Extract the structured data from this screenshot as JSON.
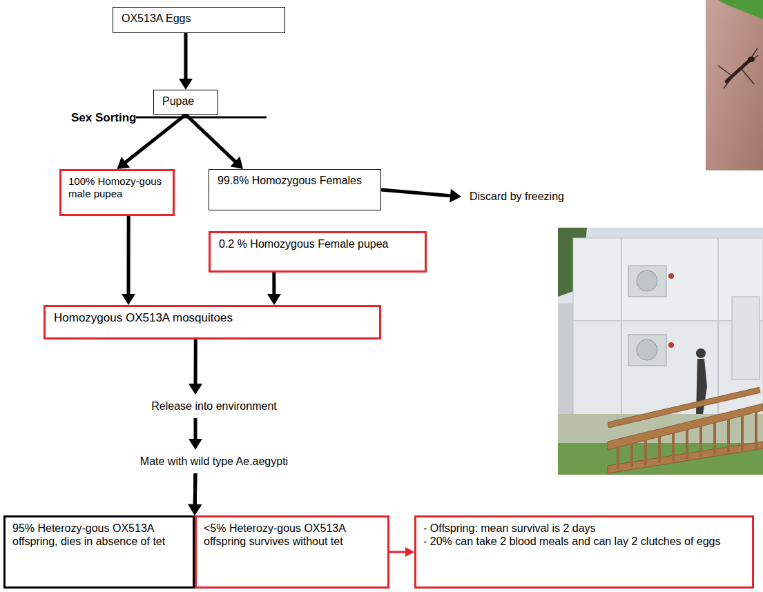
{
  "diagram": {
    "nodes": [
      {
        "text": [
          "OX513A Eggs"
        ]
      },
      {
        "text": [
          "Pupae"
        ]
      },
      {
        "text": [
          "100% Homozy-gous male pupea"
        ]
      },
      {
        "text": [
          "99.8% Homozygous Females"
        ]
      },
      {
        "text": [
          "Discard by freezing"
        ]
      },
      {
        "text": [
          "0.2 % Homozygous Female pupea"
        ]
      },
      {
        "text": [
          "Homozygous OX513A mosquitoes"
        ]
      },
      {
        "text": [
          "Release into environment"
        ]
      },
      {
        "text": [
          "Mate with wild type Ae.aegypti"
        ]
      },
      {
        "text": [
          "95% Heterozy-gous OX513A offspring, dies in absence of tet"
        ]
      },
      {
        "text": [
          "<5% Heterozy-gous OX513A offspring survives without tet"
        ]
      },
      {
        "text": [
          "- Offspring: mean survival is 2 days",
          "- 20% can take 2 blood meals and can lay 2 clutches of eggs"
        ]
      }
    ],
    "edges": [
      {
        "from": 0,
        "to": 1,
        "arrow": "to"
      },
      {
        "from": 1,
        "to": 2,
        "arrow": "to"
      },
      {
        "from": 1,
        "to": 3,
        "arrow": "to"
      },
      {
        "from": 3,
        "to": 4,
        "arrow": "to"
      },
      {
        "from": 2,
        "to": 6,
        "arrow": "to"
      },
      {
        "from": 5,
        "to": 6,
        "arrow": "to"
      },
      {
        "from": 6,
        "to": 7,
        "arrow": "to"
      },
      {
        "from": 7,
        "to": 8,
        "arrow": "to"
      },
      {
        "from": 8,
        "to": 9,
        "arrow": "to"
      },
      {
        "from": 8,
        "to": 10,
        "arrow": "to"
      },
      {
        "from": 10,
        "to": 11,
        "arrow": "to"
      }
    ],
    "labels": [
      "Sex Sorting"
    ]
  }
}
